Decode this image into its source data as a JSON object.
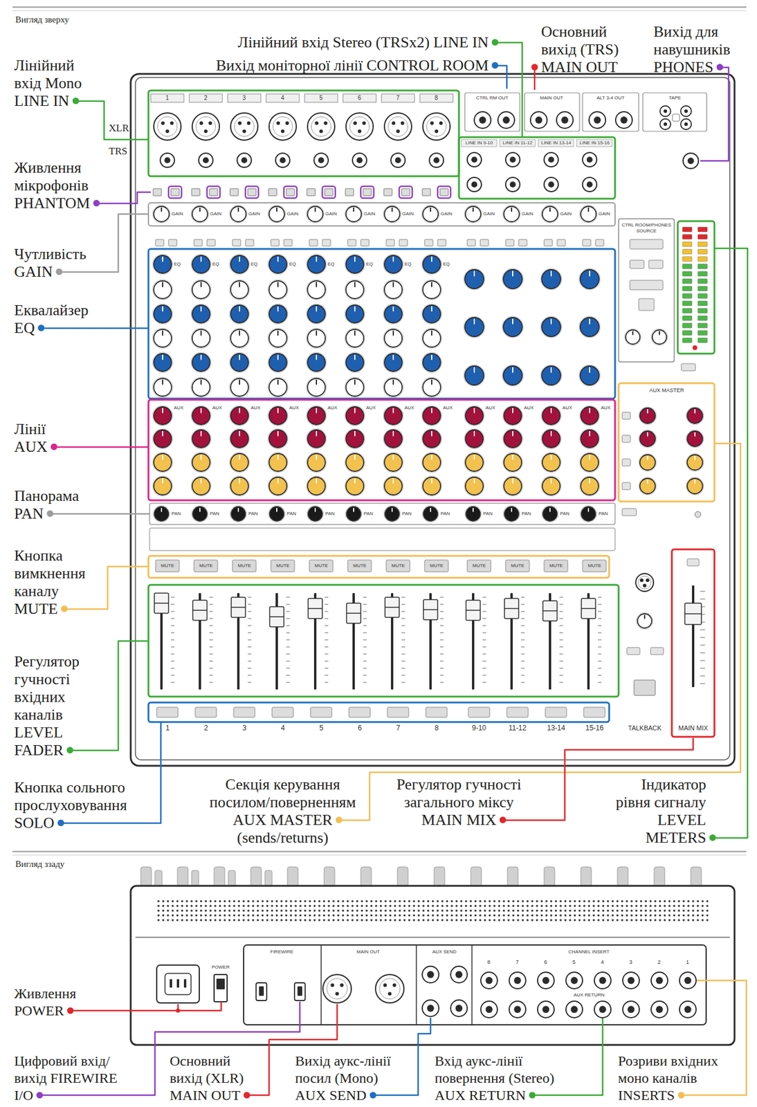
{
  "diagram": {
    "labels": [
      "Вигляд зверху",
      "Лінійний вхід Stereo (TRSx2) LINE IN",
      "Вихід моніторної лінії CONTROL ROOM",
      "Основний вихід (TRS) MAIN OUT",
      "Вихід для навушників PHONES",
      "Лінійний вхід Mono LINE IN",
      "XLR",
      "TRS",
      "Живлення мікрофонів PHANTOM",
      "Чутливість GAIN",
      "Еквалайзер EQ",
      "Лінії AUX",
      "Панорама PAN",
      "Кнопка вимкнення каналу MUTE",
      "Регулятор гучності вхідних каналів LEVEL FADER",
      "Кнопка сольного прослуховування SOLO",
      "Секція керування посилом/поверненням AUX MASTER (sends/returns)",
      "Регулятор гучності загального міксу MAIN MIX",
      "Індикатор рівня сигналу LEVEL METERS",
      "Вигляд ззаду",
      "Живлення POWER",
      "Цифровий вхід/вихід FIREWIRE I/O",
      "Основний вихід (XLR) MAIN OUT",
      "Вихід аукс-лінії посил (Mono) AUX SEND",
      "Вхід аукс-лінії повернення (Stereo) AUX RETURN",
      "Розриви вхідних моно каналів INSERTS",
      "1",
      "2",
      "3",
      "4",
      "5",
      "6",
      "7",
      "8",
      "CTRL RM OUT",
      "MAIN OUT",
      "ALT 3-4 OUT",
      "TAPE",
      "LINE IN 9-10",
      "LINE IN 11-12",
      "LINE IN 13-14",
      "LINE IN 15-16",
      "CTRL ROOM/PHONES SOURCE",
      "AUX MASTER",
      "1",
      "2",
      "3",
      "4",
      "5",
      "6",
      "7",
      "8",
      "9-10",
      "11-12",
      "13-14",
      "15-16",
      "TALKBACK",
      "MAIN MIX",
      "GAIN",
      "GAIN",
      "GAIN",
      "GAIN",
      "GAIN",
      "GAIN",
      "GAIN",
      "GAIN",
      "GAIN",
      "GAIN",
      "GAIN",
      "GAIN",
      "EQ",
      "EQ",
      "EQ",
      "EQ",
      "EQ",
      "EQ",
      "EQ",
      "EQ",
      "AUX",
      "AUX",
      "AUX",
      "AUX",
      "AUX",
      "AUX",
      "AUX",
      "AUX",
      "AUX",
      "AUX",
      "AUX",
      "AUX",
      "PAN",
      "PAN",
      "PAN",
      "PAN",
      "PAN",
      "PAN",
      "PAN",
      "PAN",
      "PAN",
      "PAN",
      "PAN",
      "PAN",
      "MUTE",
      "MUTE",
      "MUTE",
      "MUTE",
      "MUTE",
      "MUTE",
      "MUTE",
      "MUTE",
      "MUTE",
      "MUTE",
      "MUTE",
      "MUTE",
      "POWER",
      "FIREWIRE",
      "MAIN OUT",
      "AUX SEND",
      "CHANNEL INSERT",
      "AUX RETURN",
      "8",
      "7",
      "6",
      "5",
      "4",
      "3",
      "2",
      "1"
    ]
  }
}
